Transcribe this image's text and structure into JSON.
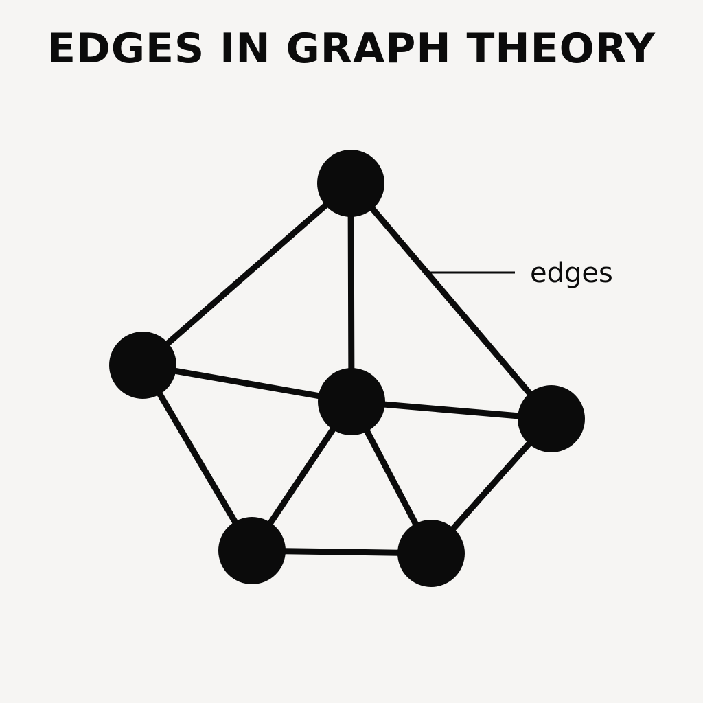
{
  "title": "EDGES IN GRAPH THEORY",
  "annotation": {
    "label": "edges"
  },
  "graph": {
    "nodes": [
      "top",
      "left",
      "center",
      "right",
      "bottom-left",
      "bottom-right"
    ],
    "edges": [
      [
        "top",
        "left"
      ],
      [
        "top",
        "center"
      ],
      [
        "top",
        "right"
      ],
      [
        "left",
        "center"
      ],
      [
        "left",
        "bottom-left"
      ],
      [
        "center",
        "right"
      ],
      [
        "center",
        "bottom-left"
      ],
      [
        "center",
        "bottom-right"
      ],
      [
        "right",
        "bottom-right"
      ],
      [
        "bottom-left",
        "bottom-right"
      ]
    ]
  },
  "colors": {
    "background": "#f6f5f3",
    "ink": "#0b0b0b"
  }
}
